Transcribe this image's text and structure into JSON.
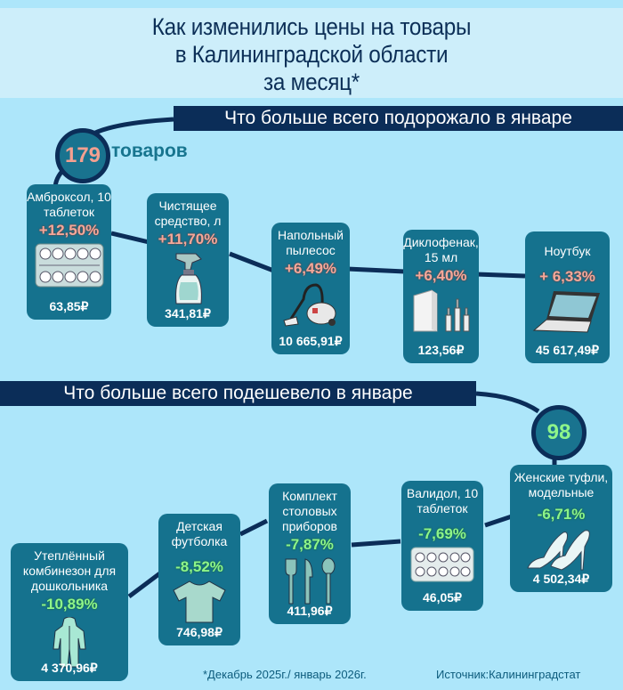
{
  "title": {
    "line1": "Как изменились цены на товары",
    "line2": "в Калининградской области",
    "line3": "за месяц*"
  },
  "rise": {
    "heading": "Что больше всего подорожало в январе",
    "count": "179",
    "count_label": "товаров",
    "accent_color": "#f4a090",
    "items": [
      {
        "name": "Амброксол, 10 таблеток",
        "change": "+12,50%",
        "price": "63,85₽",
        "icon": "pill-blister-icon"
      },
      {
        "name": "Чистящее средство, л",
        "change": "+11,70%",
        "price": "341,81₽",
        "icon": "spray-bottle-icon"
      },
      {
        "name": "Напольный пылесос",
        "change": "+6,49%",
        "price": "10 665,91₽",
        "icon": "vacuum-cleaner-icon"
      },
      {
        "name": "Диклофенак, 15 мл",
        "change": "+6,40%",
        "price": "123,56₽",
        "icon": "ampoules-icon"
      },
      {
        "name": "Ноутбук",
        "change": "+ 6,33%",
        "price": "45 617,49₽",
        "icon": "laptop-icon"
      }
    ]
  },
  "fall": {
    "heading": "Что больше всего подешевело в январе",
    "count": "98",
    "accent_color": "#8ef58a",
    "items": [
      {
        "name": "Утеплённый комбинезон для дошкольника",
        "change": "-10,89%",
        "price": "4 370,96₽",
        "icon": "snowsuit-icon"
      },
      {
        "name": "Детская футболка",
        "change": "-8,52%",
        "price": "746,98₽",
        "icon": "tshirt-icon"
      },
      {
        "name": "Комплект столовых приборов",
        "change": "-7,87%",
        "price": "411,96₽",
        "icon": "cutlery-icon"
      },
      {
        "name": "Валидол, 10 таблеток",
        "change": "-7,69%",
        "price": "46,05₽",
        "icon": "pill-blister-icon"
      },
      {
        "name": "Женские туфли, модельные",
        "change": "-6,71%",
        "price": "4 502,34₽",
        "icon": "high-heels-icon"
      }
    ]
  },
  "footer": {
    "note": "*Декабрь 2025г./ январь 2026г.",
    "source": "Источник:Калининградстат"
  }
}
